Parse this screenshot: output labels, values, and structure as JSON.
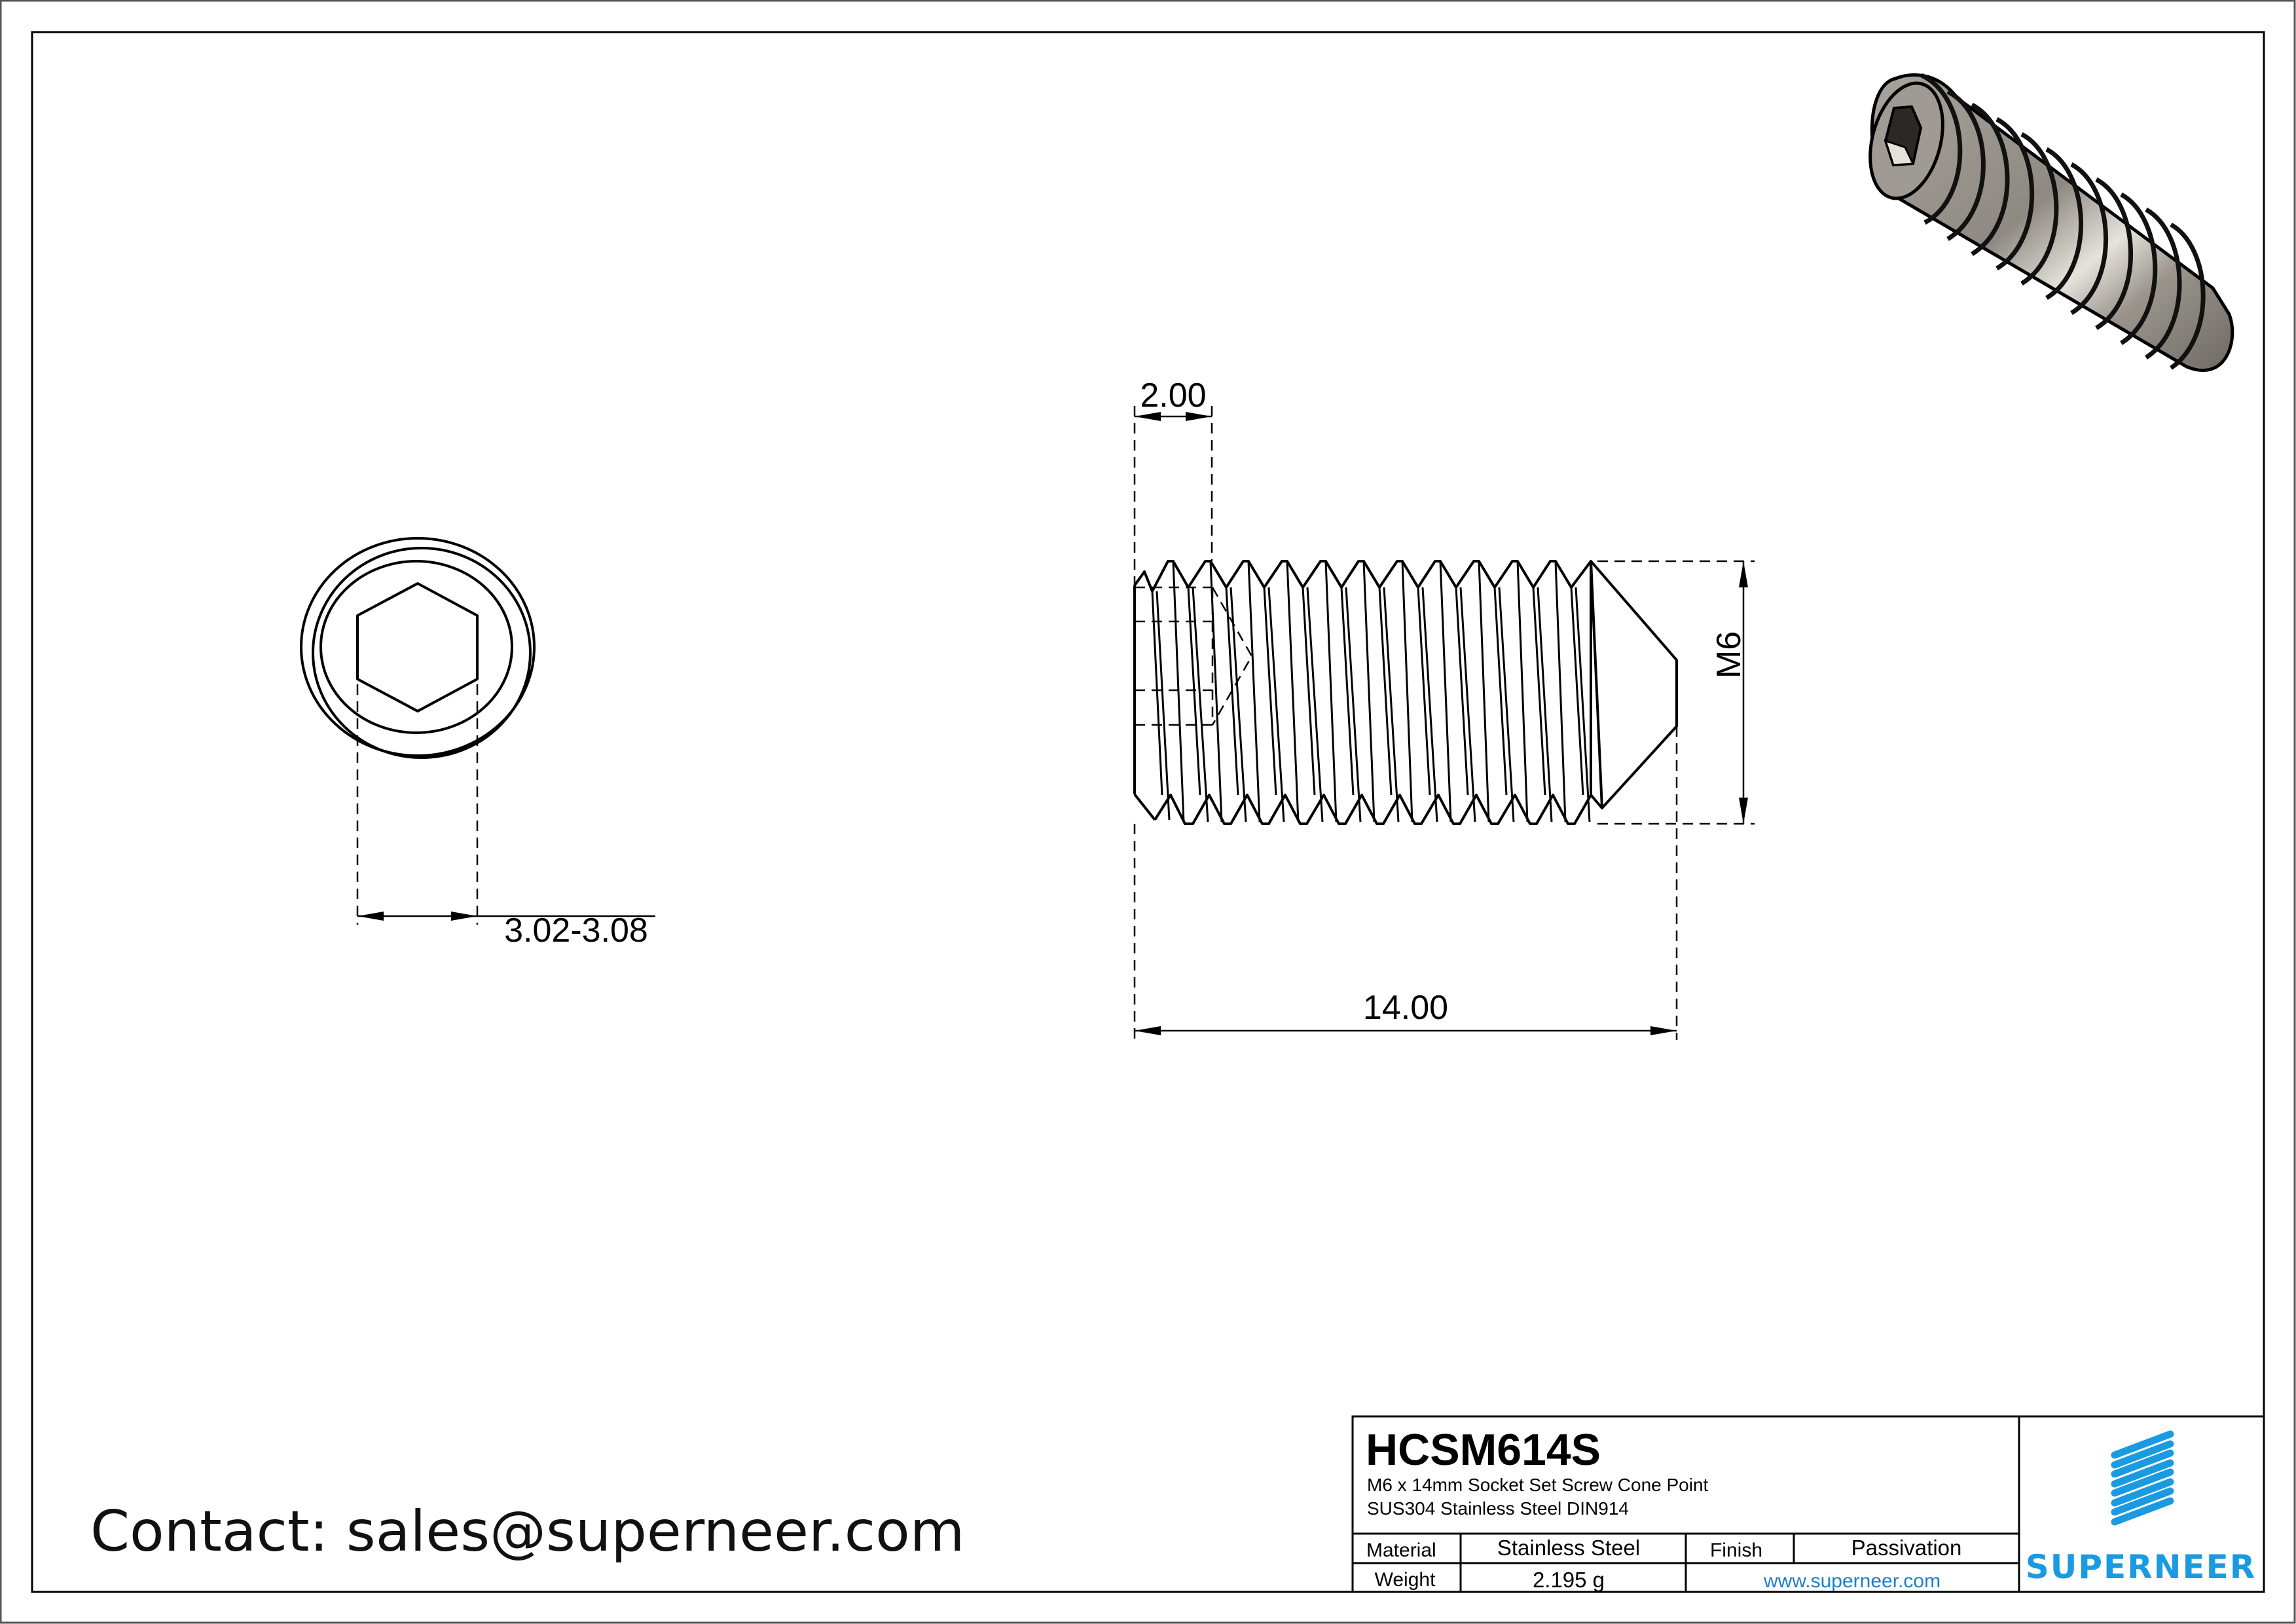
{
  "drawing": {
    "front_view": {
      "dimension_label": "3.02-3.08"
    },
    "side_view": {
      "socket_depth_label": "2.00",
      "length_label": "14.00",
      "thread_label": "M6"
    }
  },
  "title_block": {
    "part_number": "HCSM614S",
    "description_line1": "M6 x 14mm Socket Set Screw Cone Point",
    "description_line2": "SUS304 Stainless Steel DIN914",
    "material_label": "Material",
    "material_value": "Stainless Steel",
    "finish_label": "Finish",
    "finish_value": "Passivation",
    "weight_label": "Weight",
    "weight_value": "2.195 g",
    "website": "www.superneer.com",
    "brand": "SUPERNEER",
    "brand_color": "#1a9ae0",
    "link_color": "#1e7ec8"
  },
  "contact": {
    "text": "Contact: sales@superneer.com"
  }
}
